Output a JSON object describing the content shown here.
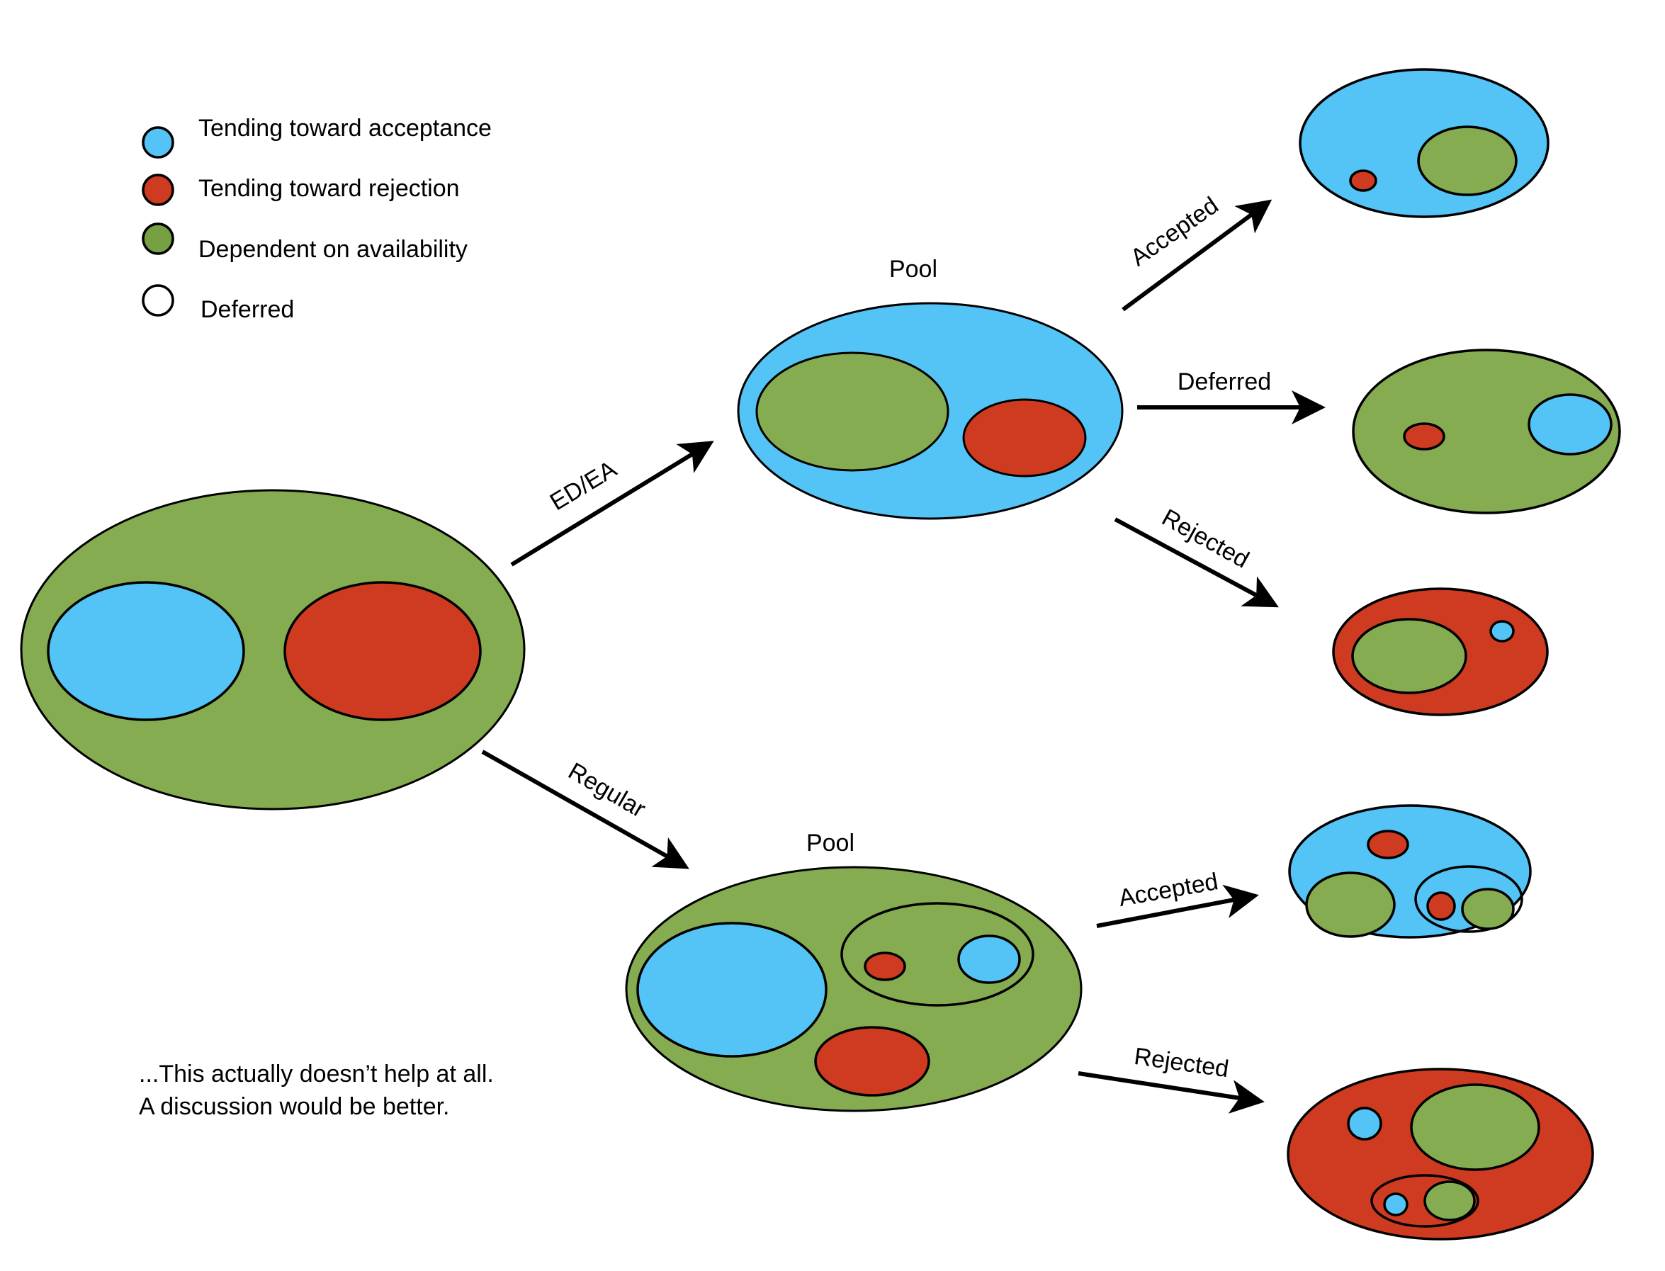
{
  "legend": {
    "items": [
      {
        "label": "Tending toward acceptance",
        "color": "#54C3F5"
      },
      {
        "label": "Tending toward rejection",
        "color": "#CF3B20"
      },
      {
        "label": "Dependent on availability",
        "color": "#85AC50"
      },
      {
        "label": "Deferred",
        "color": "#FFFFFF"
      }
    ]
  },
  "nodes": {
    "applicants": {
      "label": ""
    },
    "ed_ea_pool": {
      "label": "Pool"
    },
    "regular_pool": {
      "label": "Pool"
    }
  },
  "edges": {
    "ed_ea": {
      "label": "ED/EA"
    },
    "regular": {
      "label": "Regular"
    },
    "ed_accepted": {
      "label": "Accepted"
    },
    "ed_deferred": {
      "label": "Deferred"
    },
    "ed_rejected": {
      "label": "Rejected"
    },
    "reg_accepted": {
      "label": "Accepted"
    },
    "reg_rejected": {
      "label": "Rejected"
    }
  },
  "note": {
    "line1": "...This actually doesn’t help at all.",
    "line2": "A discussion would be better."
  },
  "colors": {
    "acceptance": "#54C3F5",
    "rejection": "#CF3B20",
    "availability": "#85AC50",
    "deferred": "#FFFFFF",
    "outline": "#000000"
  }
}
